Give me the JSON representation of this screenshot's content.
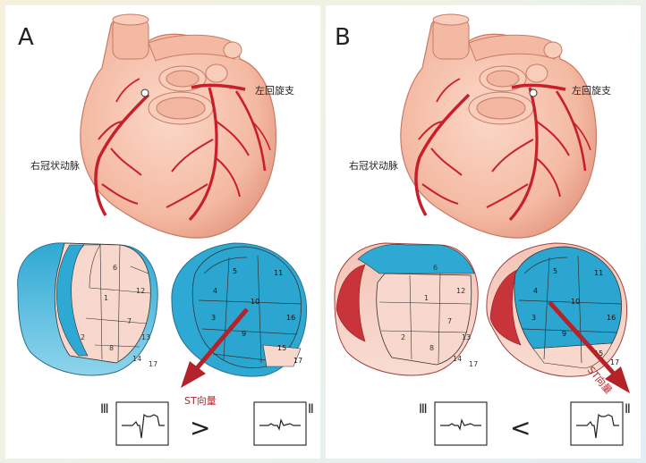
{
  "panels": [
    {
      "letter": "A",
      "left_circumflex_label": "左回旋支",
      "right_coronary_label": "右冠状动脉",
      "st_vector_label": "ST向量",
      "lead_left": "Ⅲ",
      "lead_right": "Ⅱ",
      "comparison": ">",
      "left_segments": [
        "6",
        "12",
        "1",
        "7",
        "2",
        "8",
        "13",
        "14",
        "17"
      ],
      "right_segments": [
        "5",
        "11",
        "4",
        "10",
        "3",
        "9",
        "16",
        "15",
        "17"
      ]
    },
    {
      "letter": "B",
      "left_circumflex_label": "左回旋支",
      "right_coronary_label": "右冠状动脉",
      "st_vector_label": "ST向量",
      "lead_left": "Ⅲ",
      "lead_right": "Ⅱ",
      "comparison": "<",
      "left_segments": [
        "6",
        "12",
        "1",
        "7",
        "2",
        "8",
        "13",
        "14",
        "17"
      ],
      "right_segments": [
        "5",
        "11",
        "4",
        "10",
        "3",
        "9",
        "16",
        "15",
        "17"
      ]
    }
  ],
  "colors": {
    "heart_fill": "#f6c4b0",
    "artery": "#c8202a",
    "ischemia_blue": "#3fb3d6",
    "myocardium_pink": "#f8d8cc",
    "st_arrow": "#b5232a"
  }
}
